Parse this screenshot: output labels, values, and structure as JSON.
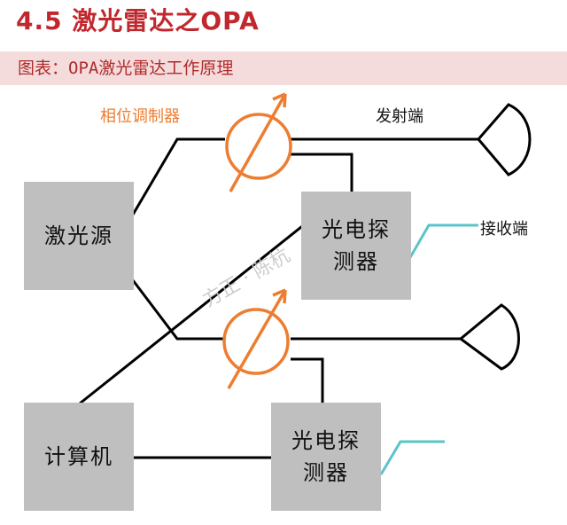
{
  "header": {
    "title": "4.5 激光雷达之OPA",
    "figure_caption": "图表：OPA激光雷达工作原理"
  },
  "diagram": {
    "phase_modulator_label": "相位调制器",
    "transmit_label": "发射端",
    "receive_label": "接收端",
    "laser_source": "激光源",
    "computer": "计算机",
    "detector_top": "光电探测器",
    "detector_bottom": "光电探测器",
    "watermark": "方正 · 陈杭",
    "colors": {
      "modulator": "#ed7d31",
      "signal_line": "#5bc4c8",
      "box": "#bfbfbf",
      "title": "#c0282e"
    }
  }
}
